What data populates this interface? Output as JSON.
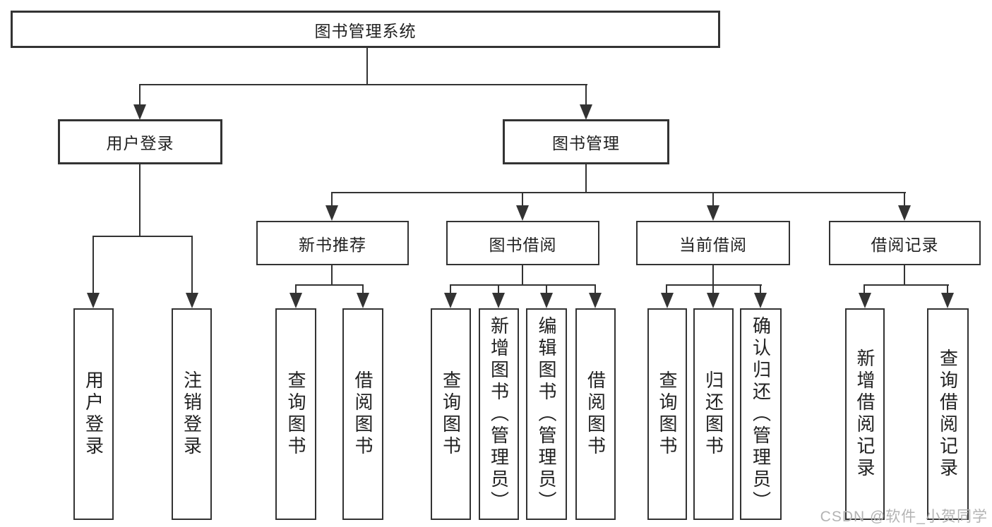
{
  "diagram": {
    "root": {
      "label": "图书管理系统"
    },
    "level2": [
      {
        "label": "用户登录"
      },
      {
        "label": "图书管理"
      }
    ],
    "level3": [
      {
        "label": "新书推荐"
      },
      {
        "label": "图书借阅"
      },
      {
        "label": "当前借阅"
      },
      {
        "label": "借阅记录"
      }
    ],
    "leaves": [
      {
        "label": "用户登录"
      },
      {
        "label": "注销登录"
      },
      {
        "label": "查询图书"
      },
      {
        "label": "借阅图书"
      },
      {
        "label": "查询图书"
      },
      {
        "label": "新增图书（管理员）"
      },
      {
        "label": "编辑图书（管理员）"
      },
      {
        "label": "借阅图书"
      },
      {
        "label": "查询图书"
      },
      {
        "label": "归还图书"
      },
      {
        "label": "确认归还（管理员）"
      },
      {
        "label": "新增借阅记录"
      },
      {
        "label": "查询借阅记录"
      }
    ],
    "watermark": "CSDN @软件_小贺同学",
    "colors": {
      "line": "#333333",
      "border": "#333333",
      "text": "#212121",
      "background": "#ffffff",
      "watermark": "#b3b3b3"
    }
  }
}
